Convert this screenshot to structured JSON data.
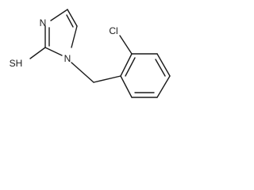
{
  "molecule": {
    "atoms": {
      "n_top": "N",
      "n_ring": "N",
      "thiol": "SH",
      "chloro": "Cl"
    }
  }
}
